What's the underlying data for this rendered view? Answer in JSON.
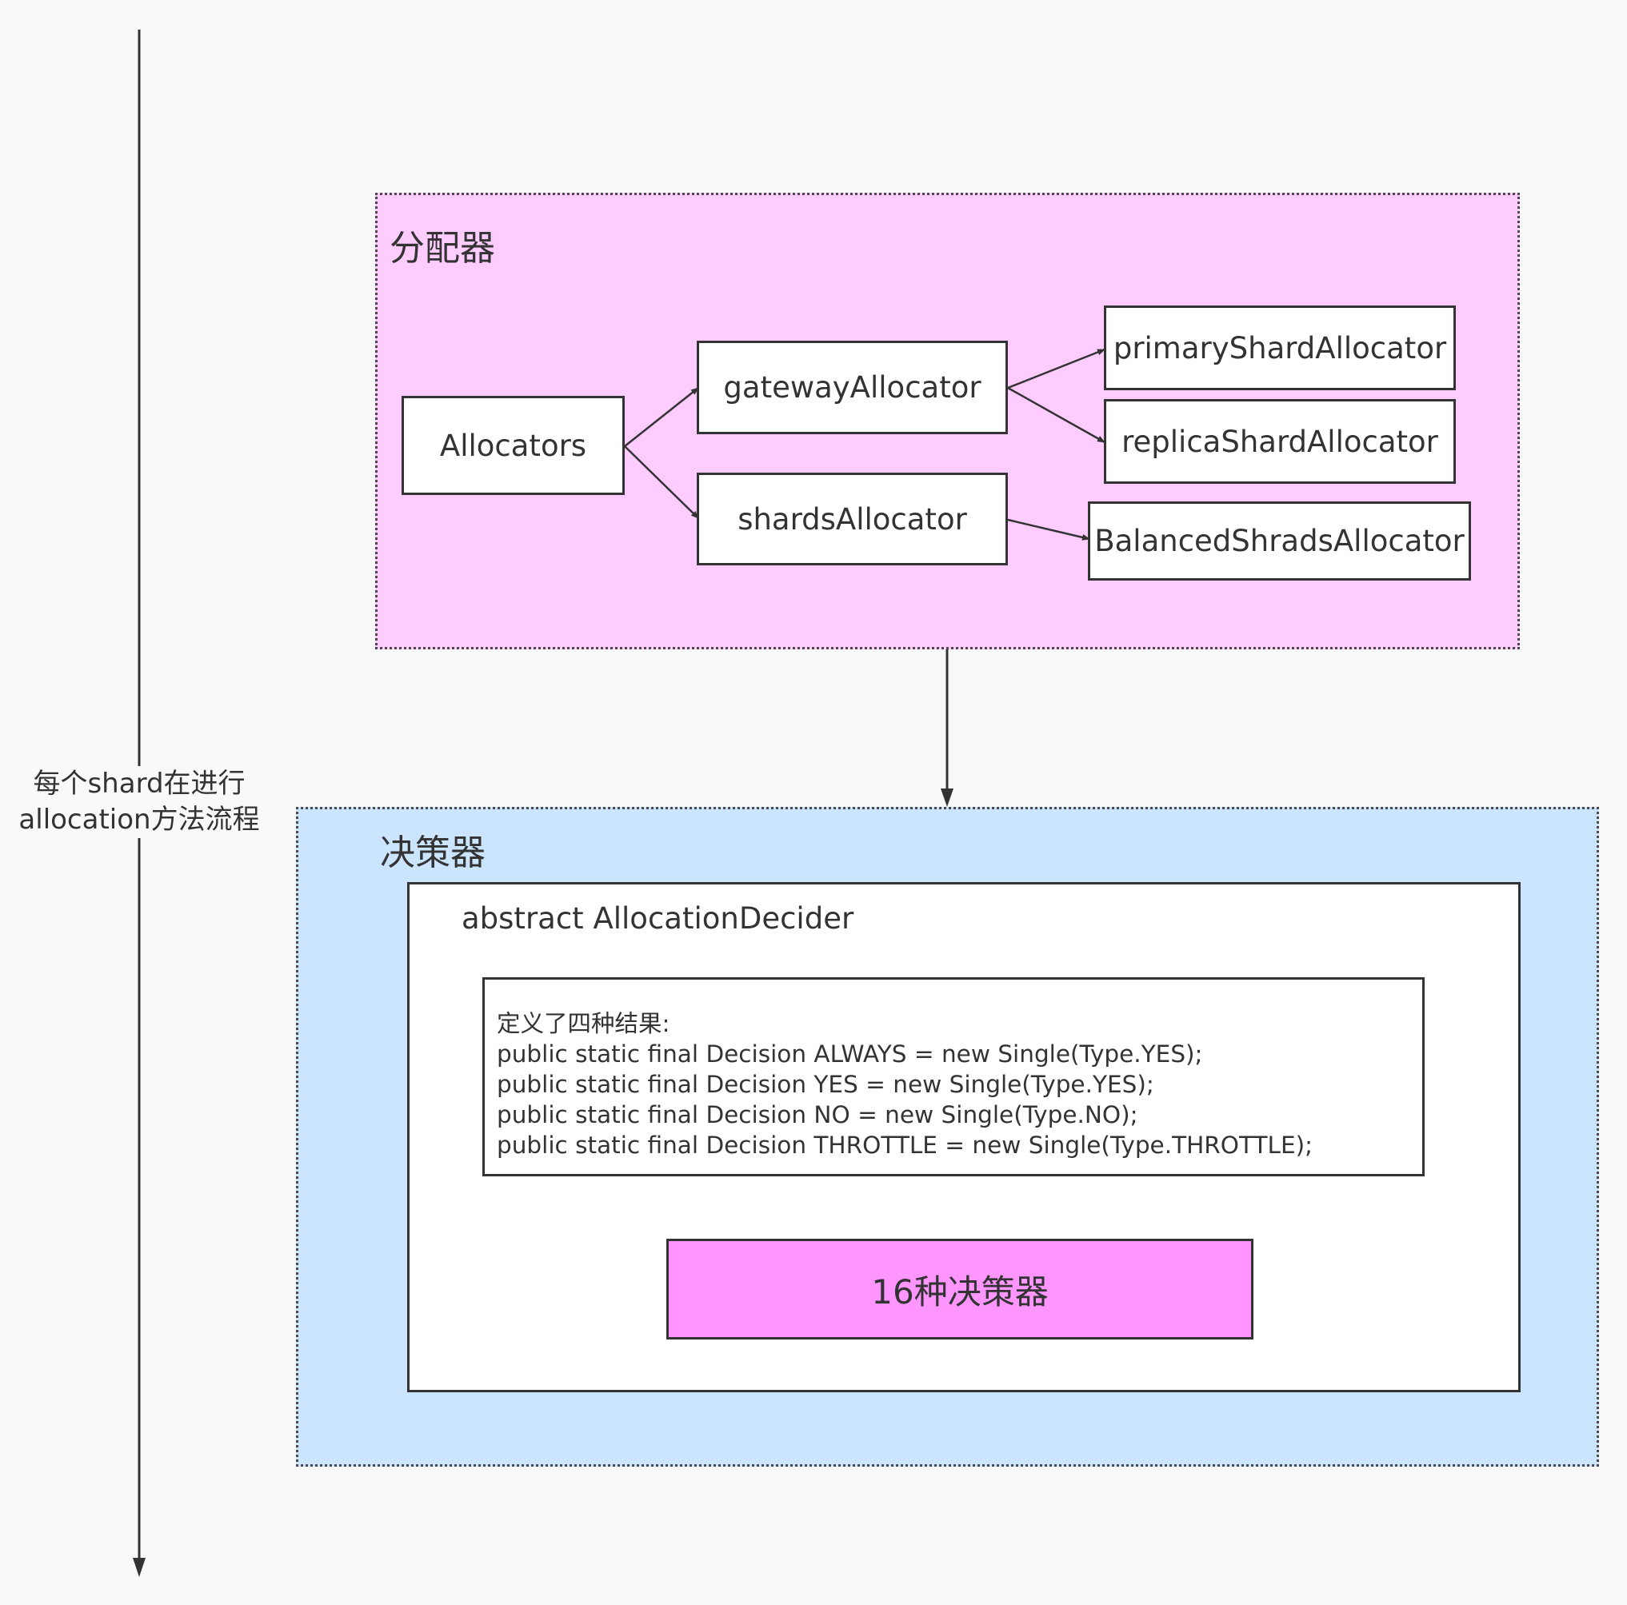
{
  "timeline": {
    "label_line1": "每个shard在进行",
    "label_line2": "allocation方法流程"
  },
  "allocator_group": {
    "title": "分配器",
    "fill": "#ffccff",
    "nodes": {
      "allocators": "Allocators",
      "gateway_allocator": "gatewayAllocator",
      "shards_allocator": "shardsAllocator",
      "primary_shard_allocator": "primaryShardAllocator",
      "replica_shard_allocator": "replicaShardAllocator",
      "balanced_shrads_allocator": "BalancedShradsAllocator"
    }
  },
  "decider_group": {
    "title": "决策器",
    "fill": "#cce5ff",
    "abstract_class": "abstract AllocationDecider",
    "results": {
      "heading": "定义了四种结果:",
      "lines": [
        "public static final Decision ALWAYS = new Single(Type.YES);",
        "public static final Decision YES = new Single(Type.YES);",
        "public static final Decision NO = new Single(Type.NO);",
        "public static final Decision THROTTLE = new Single(Type.THROTTLE);"
      ]
    },
    "deciders_box": {
      "label": "16种决策器",
      "fill": "#ff96ff"
    }
  }
}
